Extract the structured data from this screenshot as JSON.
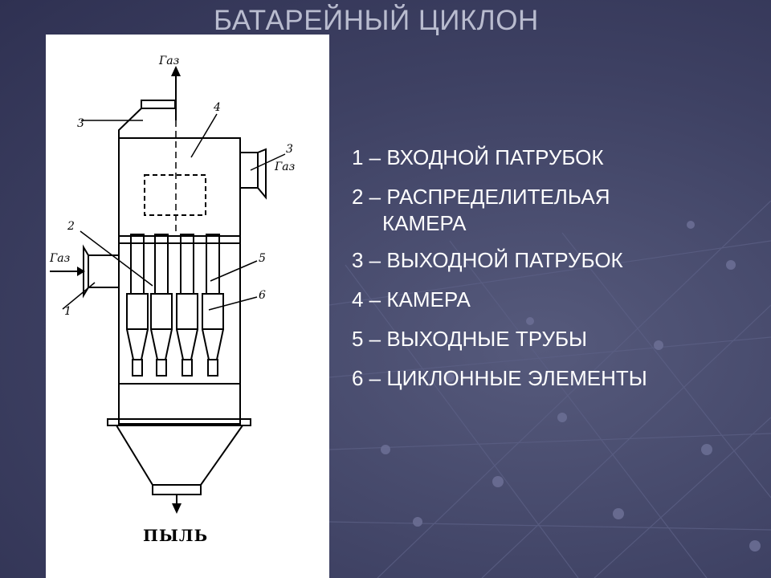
{
  "title": "БАТАРЕЙНЫЙ ЦИКЛОН",
  "legend": [
    {
      "text": "1 – ВХОДНОЙ ПАТРУБОК"
    },
    {
      "text": "2 – РАСПРЕДЕЛИТЕЛЬАЯ",
      "cont": "КАМЕРА"
    },
    {
      "text": "3 – ВЫХОДНОЙ ПАТРУБОК"
    },
    {
      "text": "4 – КАМЕРА"
    },
    {
      "text": "5 – ВЫХОДНЫЕ ТРУБЫ"
    },
    {
      "text": "6 – ЦИКЛОННЫЕ ЭЛЕМЕНТЫ"
    }
  ],
  "diagram": {
    "gas_top": "Газ",
    "gas_right": "Газ",
    "gas_left": "Газ",
    "dust": "ПЫЛЬ",
    "callouts": [
      "1",
      "2",
      "3",
      "3",
      "4",
      "5",
      "6"
    ]
  },
  "colors": {
    "background": "#3e4163",
    "title": "#b9bccf",
    "legend_text": "#ffffff",
    "panel": "#ffffff"
  }
}
